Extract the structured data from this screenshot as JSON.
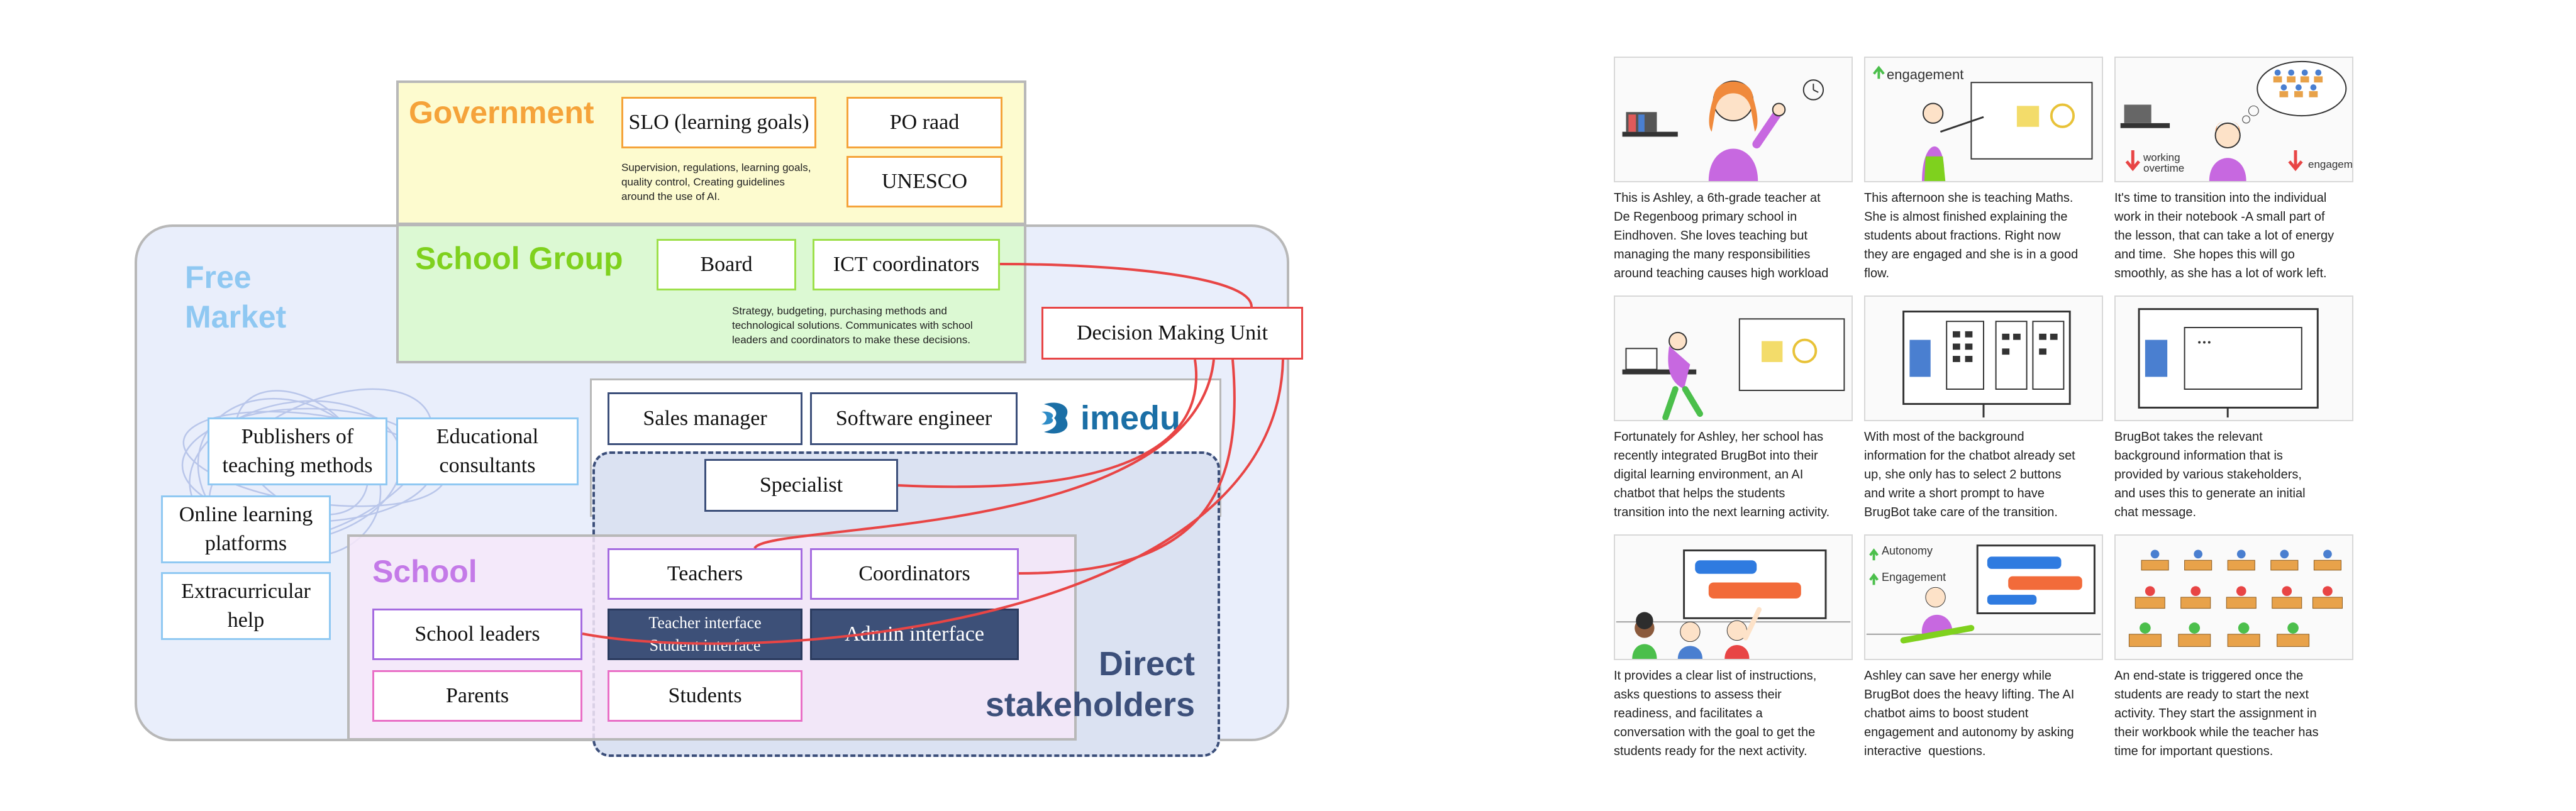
{
  "diagram": {
    "regions": {
      "government": "Government",
      "school_group": "School Group",
      "free_market": "Free\nMarket",
      "school": "School",
      "direct_stakeholders": "Direct\nstakeholders"
    },
    "boxes": {
      "slo": "SLO (learning goals)",
      "po_raad": "PO raad",
      "unesco": "UNESCO",
      "board": "Board",
      "ict_coordinators": "ICT coordinators",
      "decision_making_unit": "Decision Making Unit",
      "sales_manager": "Sales manager",
      "software_engineer": "Software engineer",
      "specialist": "Specialist",
      "publishers": "Publishers of\nteaching methods",
      "educational_consultants": "Educational\nconsultants",
      "online_learning": "Online learning\nplatforms",
      "extracurricular": "Extracurricular\nhelp",
      "teachers": "Teachers",
      "coordinators": "Coordinators",
      "teacher_student_interface": "Teacher interface\nStudent interface",
      "admin_interface": "Admin interface",
      "school_leaders": "School leaders",
      "parents": "Parents",
      "students": "Students"
    },
    "notes": {
      "government": "Supervision, regulations, learning goals,\nquality control, Creating guidelines\naround the use of AI.",
      "school_group": "Strategy, budgeting, purchasing methods and\ntechnological solutions. Communicates with school\nleaders and coordinators to make these decisions."
    },
    "logo": "imedu",
    "colors": {
      "government_fill": "#fdfbcf",
      "government_title": "#f5a33a",
      "school_group_fill": "#dcf9d3",
      "school_group_title": "#7fd11e",
      "free_market_fill": "#e9eefb",
      "free_market_title": "#8fc8f2",
      "school_fill": "#f6e8f9",
      "school_title": "#c47ae8",
      "direct_title": "#3c4f7a",
      "connector": "#e84545",
      "interface_fill": "#3d5078"
    }
  },
  "storyboard": {
    "captions": [
      "This is Ashley, a 6th-grade teacher at\nDe Regenboog primary school in\nEindhoven. She loves teaching but\nmanaging the many responsibilities\naround teaching causes high workload",
      "This afternoon she is teaching Maths.\nShe is almost finished explaining the\nstudents about fractions. Right now\nthey are engaged and she is in a good\nflow.",
      "It's time to transition into the individual\nwork in their notebook -A small part of\nthe lesson, that can take a lot of energy\nand time.  She hopes this will go\nsmoothly, as she has a lot of work left.",
      "Fortunately for Ashley, her school has\nrecently integrated BrugBot into their\ndigital learning environment, an AI\nchatbot that helps the students\ntransition into the next learning activity.",
      "With most of the background\ninformation for the chatbot already set\nup, she only has to select 2 buttons\nand write a short prompt to have\nBrugBot take care of the transition.",
      "BrugBot takes the relevant\nbackground information that is\nprovided by various stakeholders,\nand uses this to generate an initial\nchat message.",
      "It provides a clear list of instructions,\nasks questions to assess their\nreadiness, and facilitates a\nconversation with the goal to get the\nstudents ready for the next activity.",
      "Ashley can save her energy while\nBrugBot does the heavy lifting. The AI\nchatbot aims to boost student\nengagement and autonomy by asking\ninteractive  questions.",
      "An end-state is triggered once the\nstudents are ready to start the next\nactivity. They start the assignment in\ntheir workbook while the teacher has\ntime for important questions."
    ],
    "sketch_labels": {
      "engagement": "engagement",
      "working_overtime": "working\novertime",
      "engagement_down": "engagement",
      "autonomy": "Autonomy",
      "engagement_up": "Engagement"
    }
  }
}
